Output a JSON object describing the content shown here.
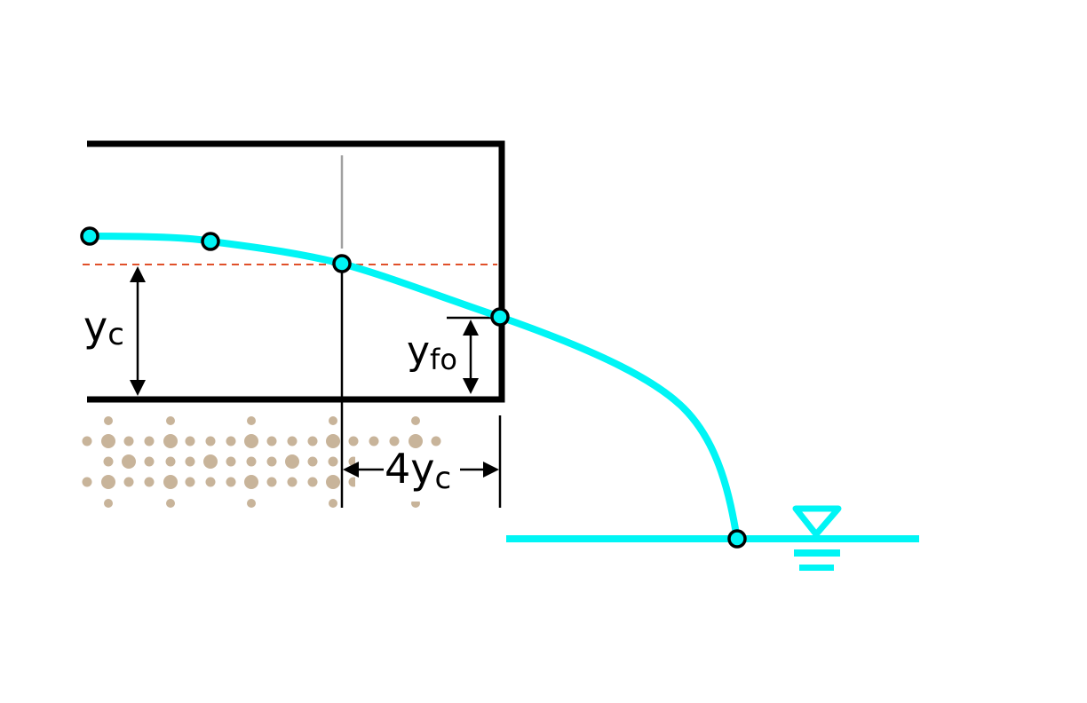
{
  "labels": {
    "critical_depth": "y",
    "critical_depth_sub": "c",
    "brink_depth": "y",
    "brink_depth_sub": "fo",
    "distance": "4y",
    "distance_sub": "c"
  },
  "colors": {
    "water": "#00f5f5",
    "structure": "#000000",
    "critical_line": "#e0502a",
    "sediment": "#c8b49a",
    "guide": "#a0a0a0"
  }
}
